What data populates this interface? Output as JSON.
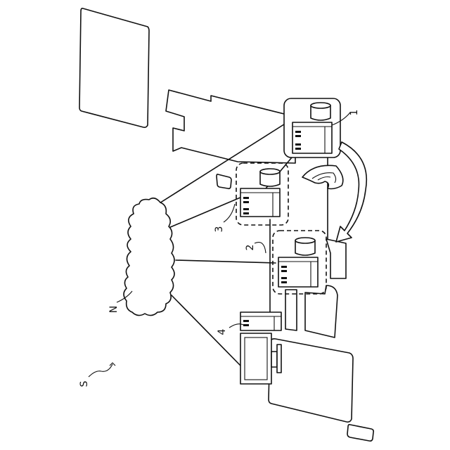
{
  "figure": {
    "labels": {
      "system": "S",
      "network": "N",
      "server_1": "1",
      "server_2": "2",
      "server_3": "3",
      "terminal_4": "4"
    }
  },
  "colors": {
    "line": "#111111",
    "background": "#ffffff"
  }
}
